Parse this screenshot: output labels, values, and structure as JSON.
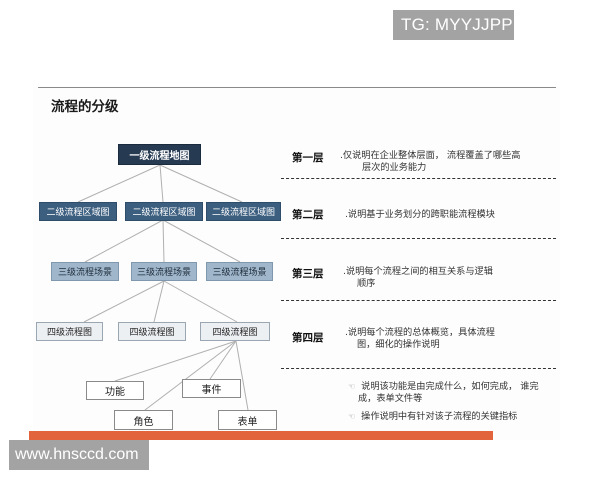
{
  "watermarks": {
    "top": "TG: MYYJJPP",
    "bottom": "www.hnsccd.com"
  },
  "slide": {
    "title": "流程的分级",
    "colors": {
      "level1": "#263a52",
      "level2": "#3c5f80",
      "level3": "#9fb6cb",
      "level4": "#edf0f3",
      "accent_bar": "#e2643c"
    }
  },
  "tree": {
    "level1": [
      "一级流程地图"
    ],
    "level2": [
      "二级流程区域图",
      "二级流程区域图",
      "二级流程区域图"
    ],
    "level3": [
      "三级流程场景",
      "三级流程场景",
      "三级流程场景"
    ],
    "level4": [
      "四级流程图",
      "四级流程图",
      "四级流程图"
    ],
    "level5": [
      "功能",
      "事件",
      "角色",
      "表单"
    ]
  },
  "layers": [
    {
      "label": "第一层",
      "desc_line1": ".仅说明在企业整体层面，  流程覆盖了哪些高",
      "desc_line2": "层次的业务能力"
    },
    {
      "label": "第二层",
      "desc_line1": ".说明基于业务划分的跨职能流程模块",
      "desc_line2": ""
    },
    {
      "label": "第三层",
      "desc_line1": ".说明每个流程之间的相互关系与逻辑",
      "desc_line2": "顺序"
    },
    {
      "label": "第四层",
      "desc_line1": ".说明每个流程的总体概览，具体流程",
      "desc_line2": "图，细化的操作说明"
    }
  ],
  "bullets": [
    {
      "icon": "pointing-hand-icon",
      "line1": "说明该功能是由完成什么，如何完成，  谁完",
      "line2": "成，表单文件等"
    },
    {
      "icon": "pointing-hand-icon",
      "line1": "操作说明中有针对该子流程的关键指标",
      "line2": ""
    }
  ]
}
